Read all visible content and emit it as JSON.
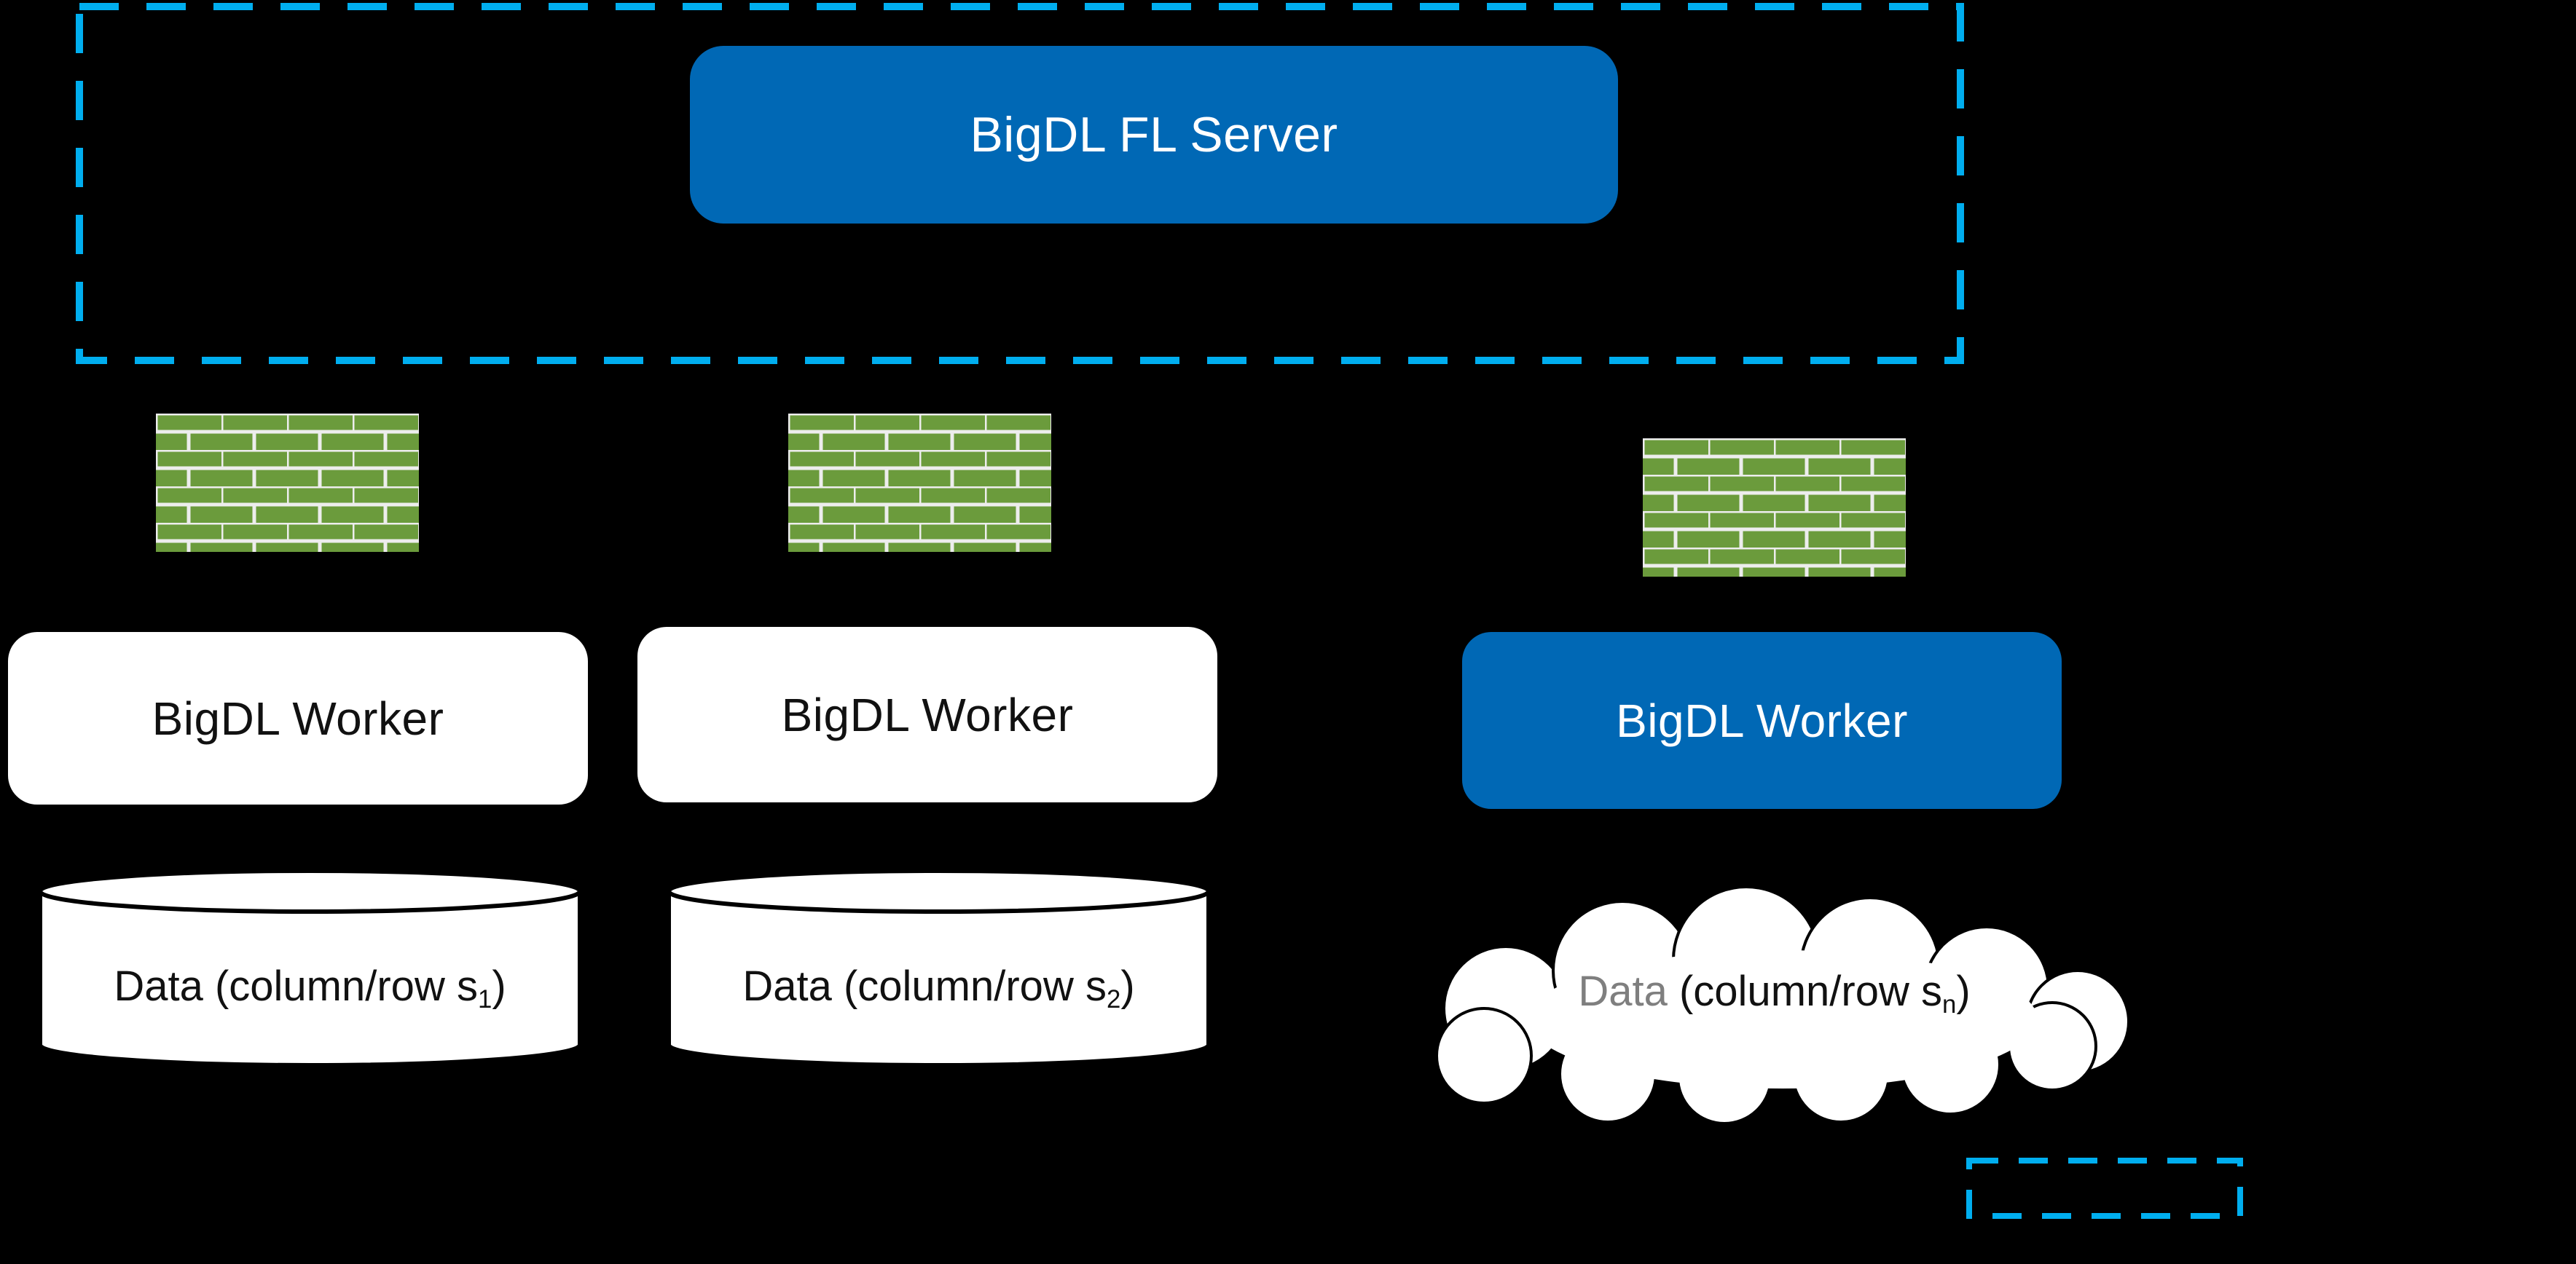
{
  "colors": {
    "background": "#000000",
    "accent_blue": "#0068B5",
    "dashed_cyan": "#00AEEF",
    "brick_green": "#6B9B3C",
    "mortar": "#EDEDED",
    "box_white": "#FFFFFF",
    "text_dark": "#111111",
    "text_light": "#FFFFFF",
    "cloud_data_gray": "#7F7F7F"
  },
  "server": {
    "label": "BigDL FL Server"
  },
  "workers": [
    {
      "label": "BigDL Worker",
      "variant": "white"
    },
    {
      "label": "BigDL Worker",
      "variant": "white"
    },
    {
      "label": "BigDL Worker",
      "variant": "blue"
    }
  ],
  "datastores": [
    {
      "shape": "cylinder",
      "label_main": "Data (column/row s",
      "label_sub": "1",
      "label_close": ")"
    },
    {
      "shape": "cylinder",
      "label_main": "Data (column/row s",
      "label_sub": "2",
      "label_close": ")"
    },
    {
      "shape": "cloud",
      "label_word": "Data",
      "label_main": " (column/row s",
      "label_sub": "n",
      "label_close": ")"
    }
  ],
  "icons": {
    "firewall": "firewall-brick-wall-icon",
    "cylinder": "database-cylinder-icon",
    "cloud": "cloud-icon"
  }
}
